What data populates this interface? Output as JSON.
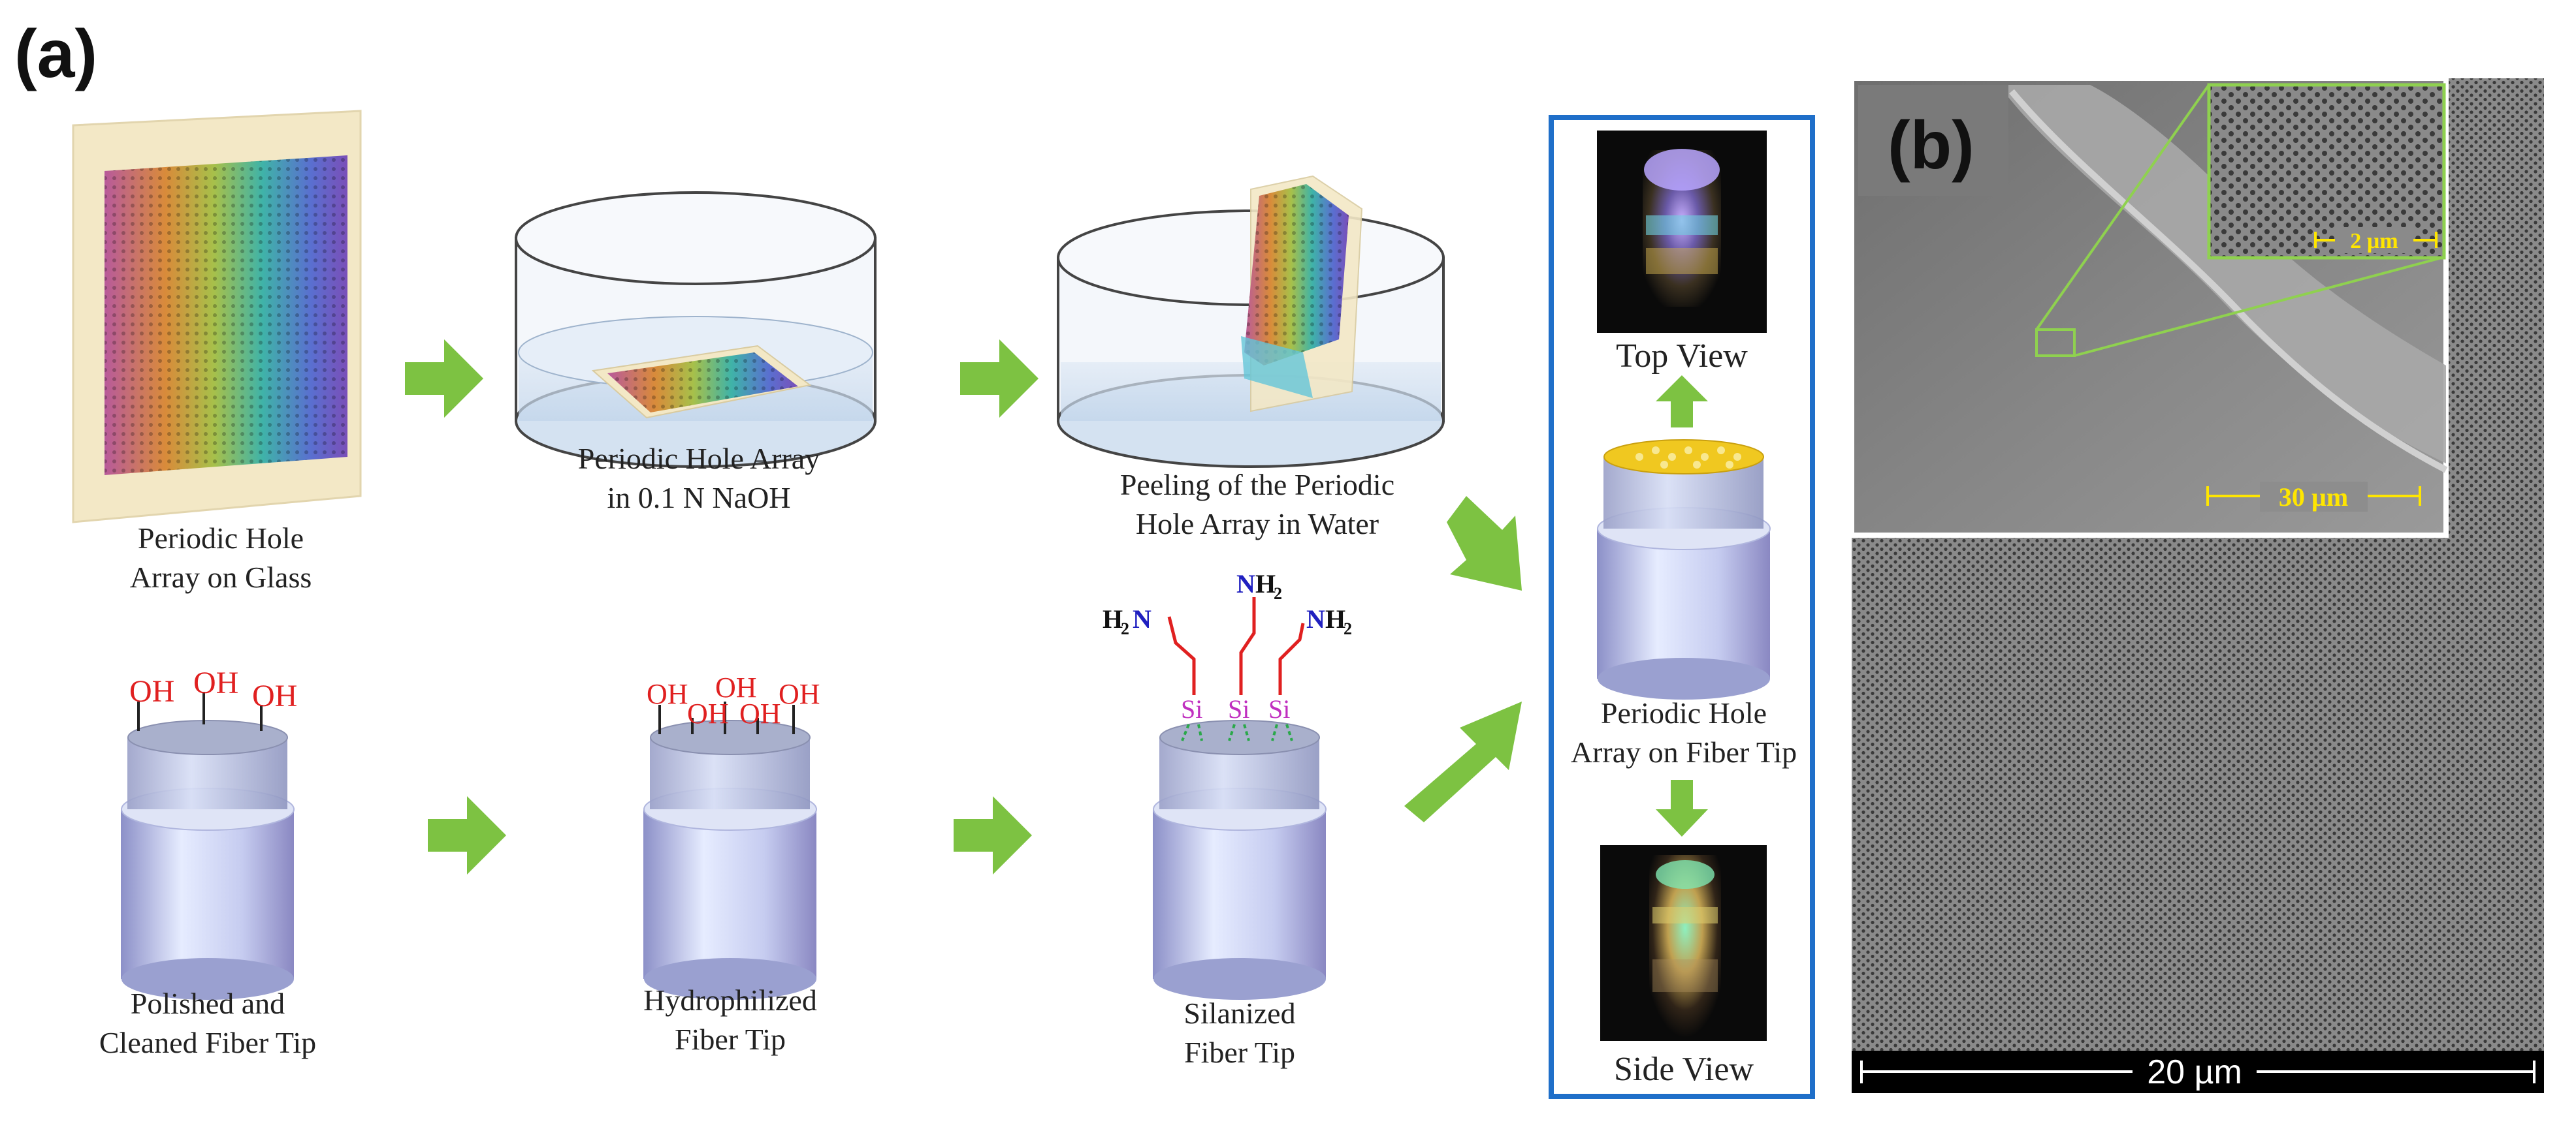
{
  "panel_labels": {
    "a": "(a)",
    "b": "(b)"
  },
  "steps": {
    "s1": {
      "line1": "Periodic Hole",
      "line2": "Array on Glass"
    },
    "s2": {
      "line1": "Periodic Hole Array",
      "line2": "in 0.1 N NaOH"
    },
    "s3": {
      "line1": "Peeling of the Periodic",
      "line2": "Hole Array in Water"
    },
    "s4": {
      "line1": "Polished and",
      "line2": "Cleaned Fiber Tip"
    },
    "s5": {
      "line1": "Hydrophilized",
      "line2": "Fiber Tip"
    },
    "s6": {
      "line1": "Silanized",
      "line2": "Fiber Tip"
    },
    "final": {
      "line1": "Periodic Hole",
      "line2": "Array on Fiber Tip"
    }
  },
  "views": {
    "top": "Top View",
    "side": "Side View"
  },
  "chem": {
    "oh": "OH",
    "nh2_n": "N",
    "h": "H",
    "sub2": "2",
    "si": "Si"
  },
  "sem": {
    "scale_main": "20 µm",
    "scale_inset": "30 µm",
    "scale_zoom": "2 µm"
  },
  "colors": {
    "arrow": "#7dc242",
    "frame": "#1f6fc9",
    "oh_red": "#e02020",
    "amine_blue": "#2020c0",
    "si_magenta": "#c030c0",
    "sem_scale_yellow": "#ffe600",
    "inset_outline": "#8fd14f"
  }
}
